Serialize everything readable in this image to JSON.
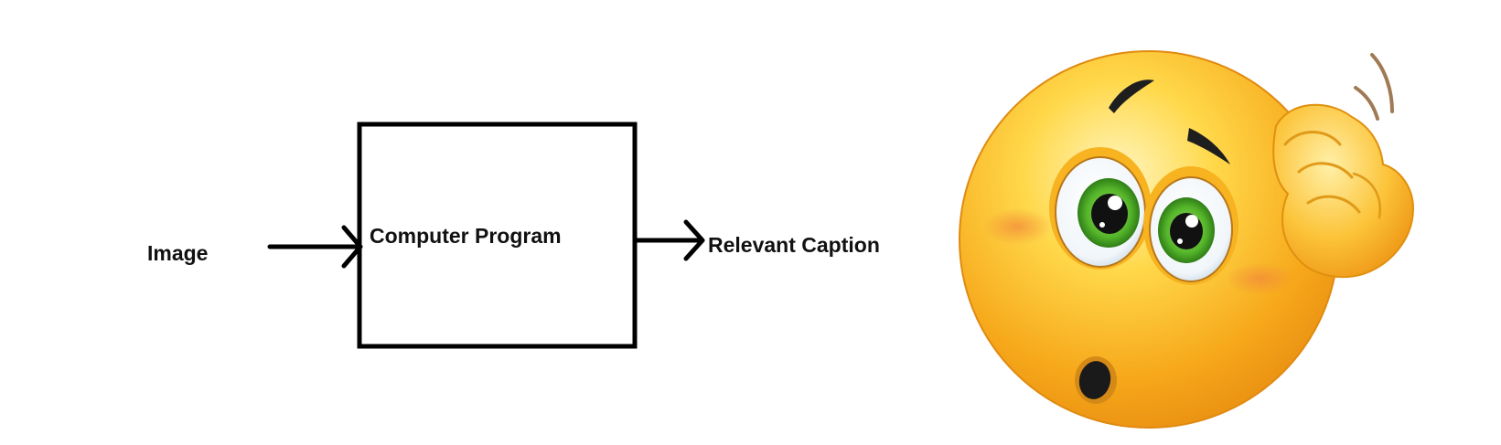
{
  "diagram": {
    "input_label": "Image",
    "process_label": "Computer Program",
    "output_label": "Relevant Caption"
  },
  "illustration": {
    "icon": "confused-thinking-emoji",
    "face_color": "#F7B21C",
    "eye_color": "#5DBE2E"
  }
}
